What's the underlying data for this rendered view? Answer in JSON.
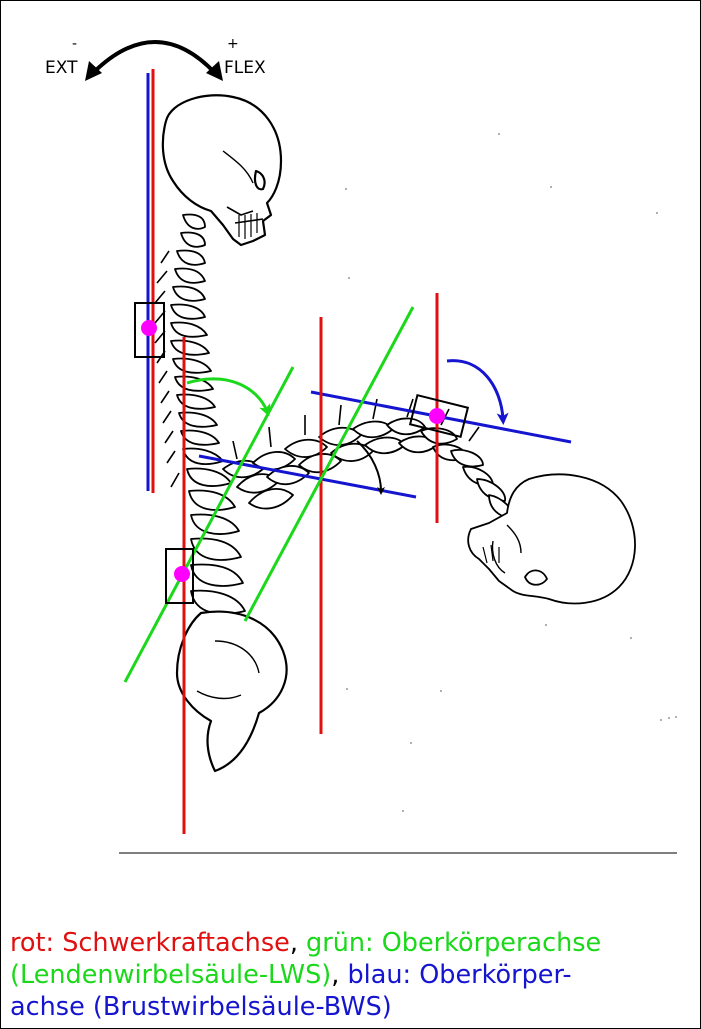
{
  "labels": {
    "ext": "EXT",
    "ext_sign": "-",
    "flex": "FLEX",
    "flex_sign": "+"
  },
  "caption": {
    "red_term": "rot: Schwerkraftachse",
    "sep1": ", ",
    "green_term_line1": "grün: Oberkörperachse",
    "green_term_line2": "(Lendenwirbelsäule-LWS)",
    "sep2": ", ",
    "blue_term_line2": "blau: Oberkörper-",
    "blue_term_line3": "achse (Brustwirbelsäule-BWS)"
  },
  "colors": {
    "gravity_axis": "#e01010",
    "lumbar_axis": "#1bd81b",
    "thoracic_axis": "#1515cf",
    "marker": "#ff00ff"
  }
}
